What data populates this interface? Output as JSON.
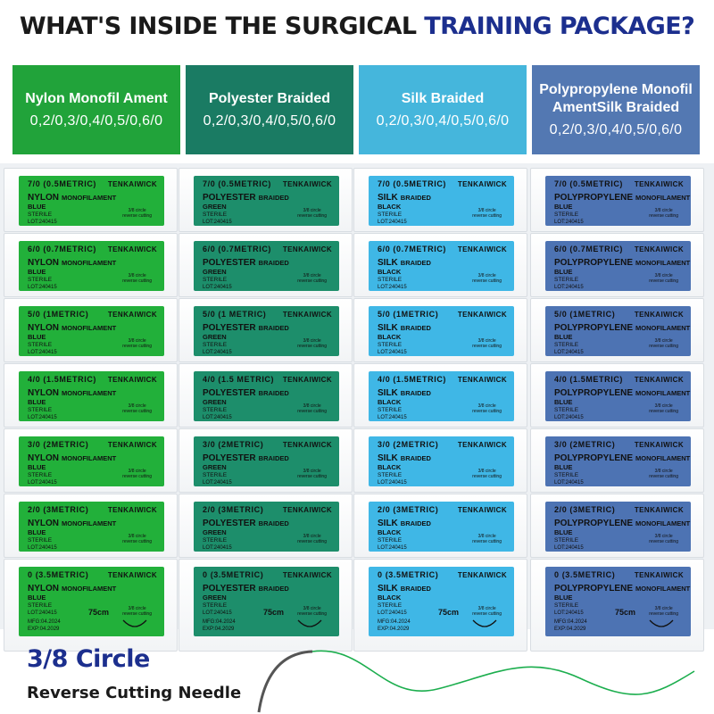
{
  "headline": {
    "part1": "WHAT'S INSIDE THE SURGICAL",
    "part2": "TRAINING PACKAGE?"
  },
  "brand": "TENKAIWICK",
  "sterile": "STERILE",
  "lot": "LOT:240415",
  "mfg": "MFG:04.2024",
  "exp": "EXP:04.2029",
  "length": "75cm",
  "needle_text": [
    "3/8 circle",
    "reverse cutting"
  ],
  "columns": [
    {
      "key": "nylon",
      "header_title": "Nylon Monofil Ament",
      "header_sizes": "0,2/0,3/0,4/0,5/0,6/0",
      "header_color": "#21a33a",
      "label_color": "#22b03a",
      "material": "NYLON",
      "material_kind": "MONOFILAMENT",
      "thread_color": "BLUE",
      "sizes": [
        "7/0 (0.5METRIC)",
        "6/0 (0.7METRIC)",
        "5/0 (1METRIC)",
        "4/0 (1.5METRIC)",
        "3/0 (2METRIC)",
        "2/0 (3METRIC)",
        "0 (3.5METRIC)"
      ]
    },
    {
      "key": "polyester",
      "header_title": "Polyester Braided",
      "header_sizes": "0,2/0,3/0,4/0,5/0,6/0",
      "header_color": "#1a7b63",
      "label_color": "#1d8e6b",
      "material": "POLYESTER",
      "material_kind": "BRAIDED",
      "thread_color": "GREEN",
      "sizes": [
        "7/0 (0.5METRIC)",
        "6/0 (0.7METRIC)",
        "5/0 (1 METRIC)",
        "4/0 (1.5 METRIC)",
        "3/0 (2METRIC)",
        "2/0 (3METRIC)",
        "0 (3.5METRIC)"
      ]
    },
    {
      "key": "silk",
      "header_title": "Silk Braided",
      "header_sizes": "0,2/0,3/0,4/0,5/0,6/0",
      "header_color": "#45b6dc",
      "label_color": "#3fb7e6",
      "material": "SILK",
      "material_kind": "BRAIDED",
      "thread_color": "BLACK",
      "sizes": [
        "7/0 (0.5METRIC)",
        "6/0 (0.7METRIC)",
        "5/0 (1METRIC)",
        "4/0 (1.5METRIC)",
        "3/0 (2METRIC)",
        "2/0 (3METRIC)",
        "0 (3.5METRIC)"
      ]
    },
    {
      "key": "polypropylene",
      "header_title": "Polypropylene Monofil AmentSilk Braided",
      "header_sizes": "0,2/0,3/0,4/0,5/0,6/0",
      "header_color": "#5378b2",
      "label_color": "#4d73b3",
      "material": "POLYPROPYLENE",
      "material_kind": "MONOFILAMENT",
      "thread_color": "BLUE",
      "sizes": [
        "7/0 (0.5METRIC)",
        "6/0 (0.7METRIC)",
        "5/0 (1METRIC)",
        "4/0 (1.5METRIC)",
        "3/0 (2METRIC)",
        "2/0 (3METRIC)",
        "0 (3.5METRIC)"
      ]
    }
  ],
  "footer": {
    "title": "3/8 Circle",
    "subtitle": "Reverse Cutting Needle"
  }
}
